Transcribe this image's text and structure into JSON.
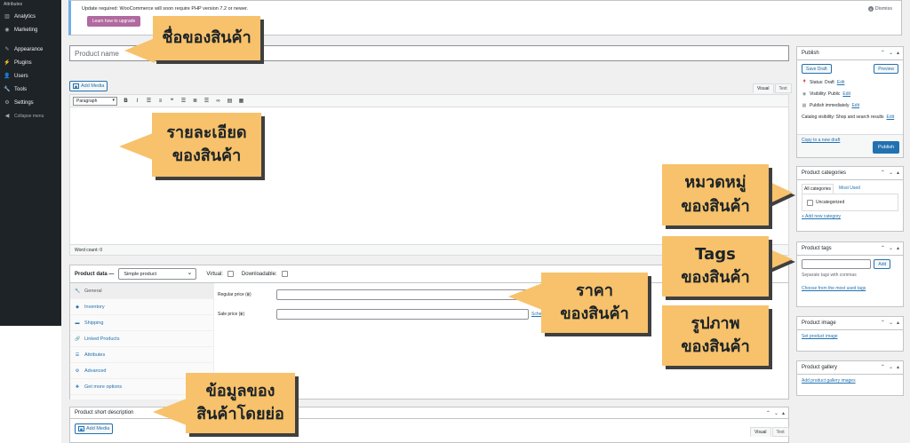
{
  "sidebar": {
    "top_item": "Attributes",
    "items": [
      {
        "label": "Analytics",
        "icon": "analytics-icon",
        "glyph": "▥"
      },
      {
        "label": "Marketing",
        "icon": "marketing-icon",
        "glyph": "◉"
      },
      {
        "label": "Appearance",
        "icon": "appearance-icon",
        "glyph": "✎"
      },
      {
        "label": "Plugins",
        "icon": "plugins-icon",
        "glyph": "⚡"
      },
      {
        "label": "Users",
        "icon": "users-icon",
        "glyph": "👤"
      },
      {
        "label": "Tools",
        "icon": "tools-icon",
        "glyph": "🔧"
      },
      {
        "label": "Settings",
        "icon": "settings-icon",
        "glyph": "⚙"
      },
      {
        "label": "Collapse menu",
        "icon": "collapse-icon",
        "glyph": "◀"
      }
    ]
  },
  "notice": {
    "message": "Update required: WooCommerce will soon require PHP version 7.2 or newer.",
    "button": "Learn how to upgrade",
    "dismiss": "Dismiss"
  },
  "title": {
    "placeholder": "Product name"
  },
  "editor": {
    "add_media": "Add Media",
    "tab_visual": "Visual",
    "tab_text": "Text",
    "format": "Paragraph",
    "word_count": "Word count: 0"
  },
  "product_data": {
    "label": "Product data —",
    "type": "Simple product",
    "virtual": "Virtual:",
    "downloadable": "Downloadable:",
    "tabs": [
      "General",
      "Inventory",
      "Shipping",
      "Linked Products",
      "Attributes",
      "Advanced",
      "Get more options"
    ],
    "regular_price": "Regular price (฿)",
    "sale_price": "Sale price (฿)",
    "schedule": "Schedule"
  },
  "short_description": {
    "title": "Product short description",
    "add_media": "Add Media",
    "tab_visual": "Visual",
    "tab_text": "Text"
  },
  "publish": {
    "title": "Publish",
    "save_draft": "Save Draft",
    "preview": "Preview",
    "status": "Status: Draft",
    "visibility": "Visibility: Public",
    "publish_time": "Publish immediately",
    "catalog": "Catalog visibility: Shop and search results",
    "edit": "Edit",
    "copy": "Copy to a new draft",
    "publish_button": "Publish"
  },
  "categories": {
    "title": "Product categories",
    "tab_all": "All categories",
    "tab_most": "Most Used",
    "item": "Uncategorized",
    "add_new": "+ Add new category"
  },
  "tags": {
    "title": "Product tags",
    "add": "Add",
    "hint": "Separate tags with commas",
    "choose": "Choose from the most used tags"
  },
  "image": {
    "title": "Product image",
    "set": "Set product image"
  },
  "gallery": {
    "title": "Product gallery",
    "add": "Add product gallery images"
  },
  "callouts": {
    "name": [
      "ชื่อของสินค้า"
    ],
    "description": [
      "รายละเอียด",
      "ของสินค้า"
    ],
    "category": [
      "หมวดหมู่",
      "ของสินค้า"
    ],
    "tags": [
      "Tags",
      "ของสินค้า"
    ],
    "price": [
      "ราคา",
      "ของสินค้า"
    ],
    "image": [
      "รูปภาพ",
      "ของสินค้า"
    ],
    "short": [
      "ข้อมูลของ",
      "สินค้าโดยย่อ"
    ]
  },
  "colors": {
    "callout": "#f7c26b",
    "admin_bar": "#1d2327",
    "primary": "#2271b1",
    "woo_button": "#b06a9f"
  }
}
